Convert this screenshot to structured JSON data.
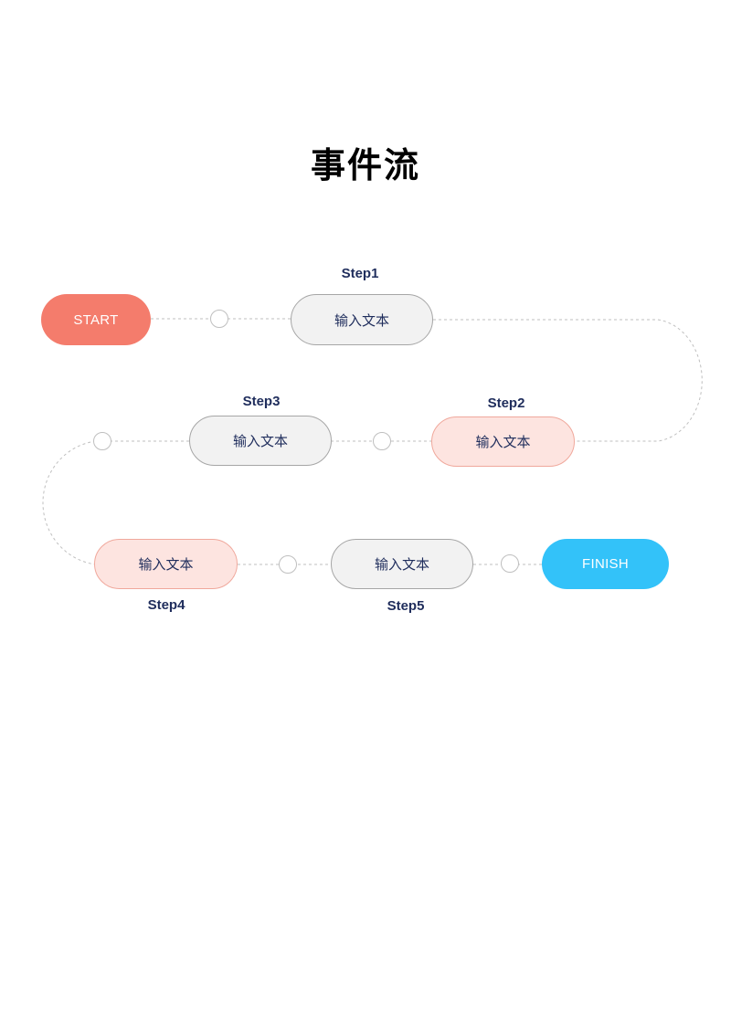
{
  "title": "事件流",
  "start_label": "START",
  "finish_label": "FINISH",
  "steps": [
    {
      "label": "Step1",
      "text": "输入文本",
      "style": "grey"
    },
    {
      "label": "Step2",
      "text": "输入文本",
      "style": "pink"
    },
    {
      "label": "Step3",
      "text": "输入文本",
      "style": "grey"
    },
    {
      "label": "Step4",
      "text": "输入文本",
      "style": "pink"
    },
    {
      "label": "Step5",
      "text": "输入文本",
      "style": "grey"
    }
  ],
  "colors": {
    "start": "#f47c6c",
    "finish": "#33c2f9",
    "grey_fill": "#f2f2f2",
    "pink_fill": "#fde4e0",
    "text": "#1f2d5c",
    "connector": "#bfbfbf"
  }
}
